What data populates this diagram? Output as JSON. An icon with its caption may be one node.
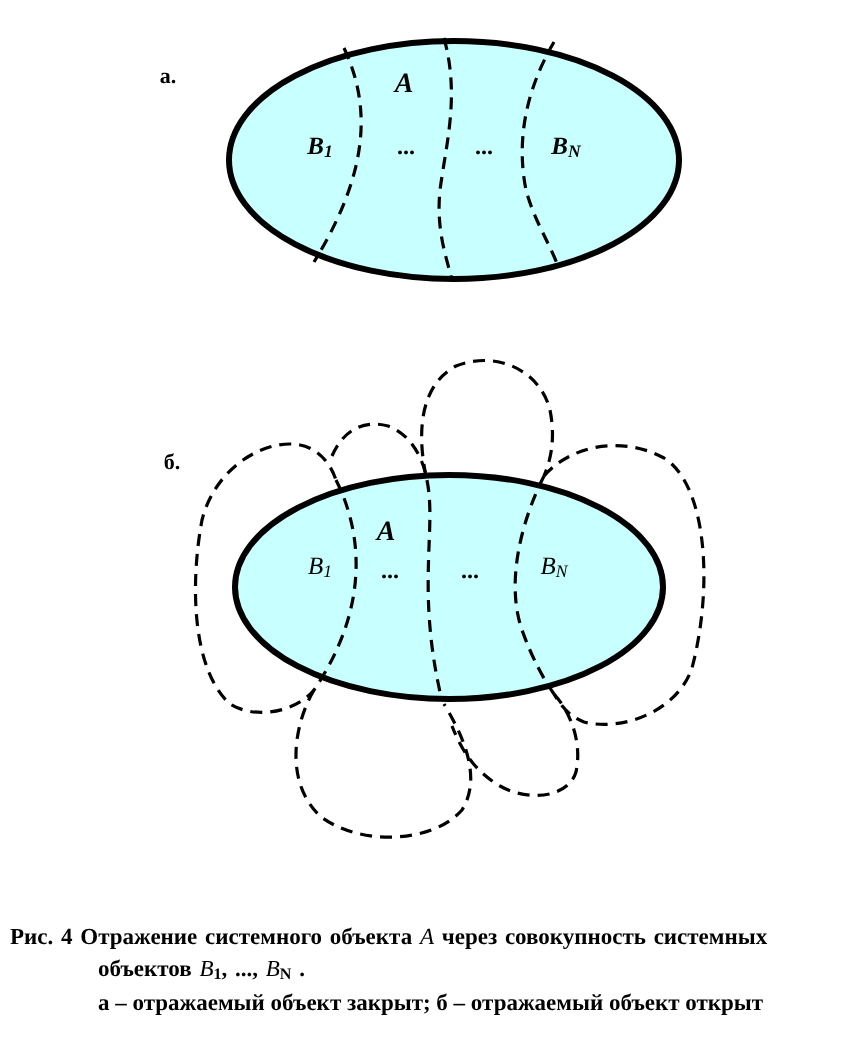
{
  "diagram": {
    "caption": "Рис. 4 Отражение системного объекта *A* через совокупность системных объектов *B*$_{1}$, ..., *B*$_{N}$ .",
    "nodes": [
      {
        "text": [
          "A",
          "B$_{1}$",
          "...",
          "...",
          "B$_{N}$"
        ]
      },
      {
        "text": [
          "A",
          "B$_{1}$",
          "...",
          "...",
          "B$_{N}$"
        ]
      }
    ],
    "labels": [
      "а.",
      "б.",
      "а – отражаемый объект закрыт; б – отражаемый объект открыт"
    ]
  }
}
